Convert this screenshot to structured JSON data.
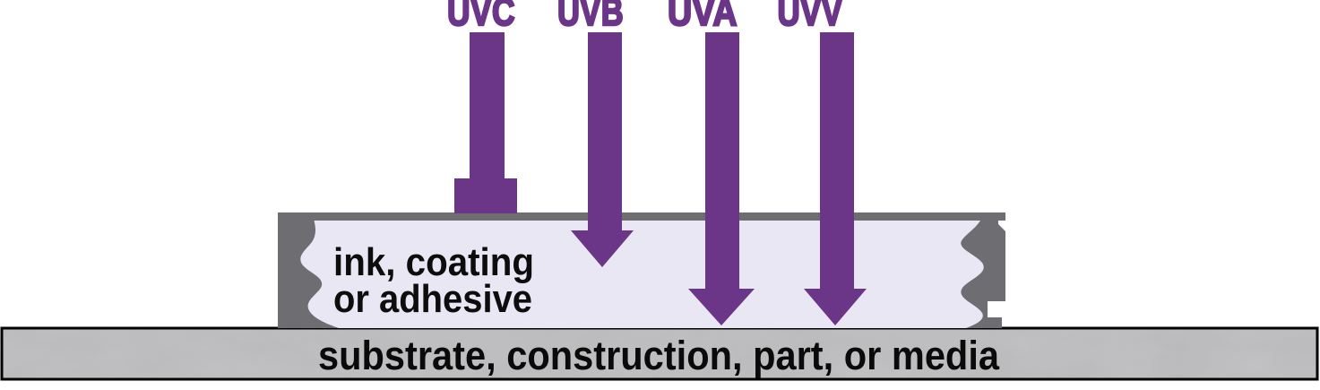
{
  "diagram": {
    "bands": [
      {
        "label": "UVC"
      },
      {
        "label": "UVB"
      },
      {
        "label": "UVA"
      },
      {
        "label": "UVV"
      }
    ],
    "coating": {
      "label_line1": "ink, coating",
      "label_line2": "or adhesive"
    },
    "substrate": {
      "label": "substrate, construction, part, or media"
    },
    "colors": {
      "arrow": "#6b3588",
      "coating_fill": "#e9e7f3",
      "coating_border": "#6d6d72",
      "substrate_fill": "#bebec0",
      "substrate_border": "#000000",
      "text": "#000000"
    }
  }
}
